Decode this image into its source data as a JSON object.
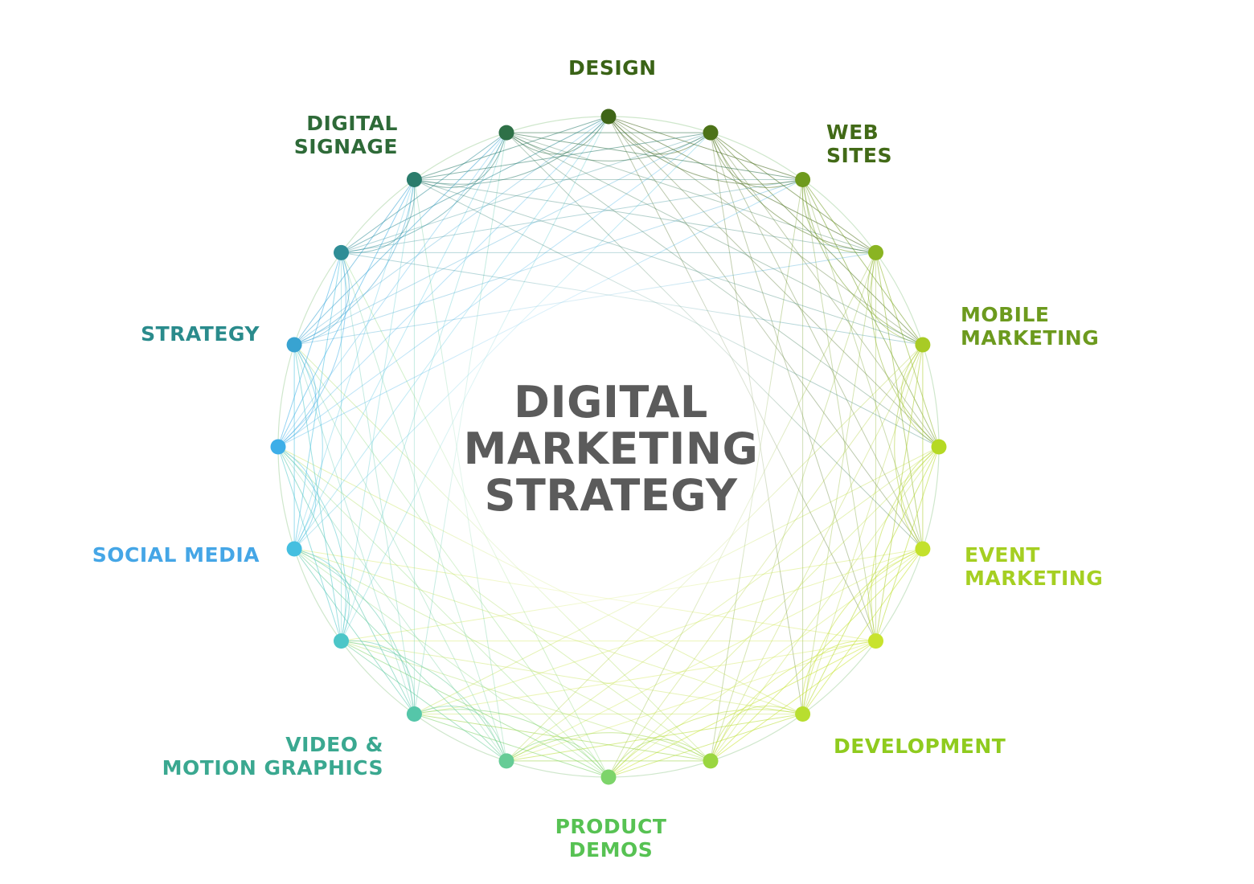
{
  "center": {
    "title": "DIGITAL\nMARKETING\nSTRATEGY",
    "color": "#5b5b5b"
  },
  "labels": [
    {
      "id": "design",
      "text": "DESIGN",
      "color": "#3a6316"
    },
    {
      "id": "web-sites",
      "text": "WEB\nSITES",
      "color": "#426a17"
    },
    {
      "id": "mobile-marketing",
      "text": "MOBILE\nMARKETING",
      "color": "#6c9a1e"
    },
    {
      "id": "event-marketing",
      "text": "EVENT\nMARKETING",
      "color": "#a5cf22"
    },
    {
      "id": "development",
      "text": "DEVELOPMENT",
      "color": "#8fcb1e"
    },
    {
      "id": "product-demos",
      "text": "PRODUCT\nDEMOS",
      "color": "#57c253"
    },
    {
      "id": "video-motion-graphics",
      "text": "VIDEO &\nMOTION GRAPHICS",
      "color": "#3aa890"
    },
    {
      "id": "social-media",
      "text": "SOCIAL MEDIA",
      "color": "#45a6e6"
    },
    {
      "id": "strategy",
      "text": "STRATEGY",
      "color": "#2a8b8c"
    },
    {
      "id": "digital-signage",
      "text": "DIGITAL\nSIGNAGE",
      "color": "#2e6a38"
    }
  ],
  "node_colors": [
    "#3f6517",
    "#4c7218",
    "#6e9a1e",
    "#8ab422",
    "#a8cb25",
    "#b5d924",
    "#c3e12c",
    "#c8e32e",
    "#b8de2f",
    "#9ad640",
    "#7dd46a",
    "#66cc96",
    "#55c6a9",
    "#4cc6c8",
    "#45bfe0",
    "#3daee8",
    "#38a3d1",
    "#2f8d96",
    "#2b7c6c",
    "#2e7047"
  ]
}
